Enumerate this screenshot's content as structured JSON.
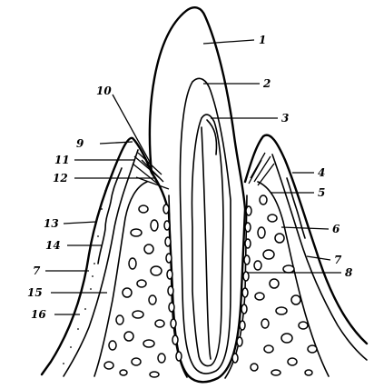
{
  "figure": {
    "labels": [
      {
        "id": "1",
        "text": "1"
      },
      {
        "id": "2",
        "text": "2"
      },
      {
        "id": "3",
        "text": "3"
      },
      {
        "id": "4",
        "text": "4"
      },
      {
        "id": "5",
        "text": "5"
      },
      {
        "id": "6",
        "text": "6"
      },
      {
        "id": "7r",
        "text": "7"
      },
      {
        "id": "8",
        "text": "8"
      },
      {
        "id": "9",
        "text": "9"
      },
      {
        "id": "10",
        "text": "10"
      },
      {
        "id": "11",
        "text": "11"
      },
      {
        "id": "12",
        "text": "12"
      },
      {
        "id": "13",
        "text": "13"
      },
      {
        "id": "14",
        "text": "14"
      },
      {
        "id": "7l",
        "text": "7"
      },
      {
        "id": "15",
        "text": "15"
      },
      {
        "id": "16",
        "text": "16"
      }
    ]
  }
}
